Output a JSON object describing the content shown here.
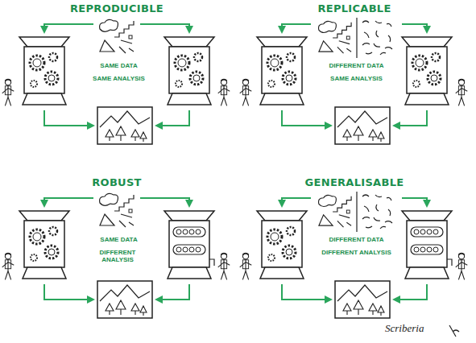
{
  "diagram": {
    "labels": [
      "REPRODUCIBLE",
      "SAME DATA",
      "SAME ANALYSIS",
      "REPLICABLE",
      "DIFFERENT DATA",
      "SAME ANALYSIS",
      "ROBUST",
      "SAME DATA",
      "DIFFERENT ANALYSIS",
      "GENERALISABLE",
      "DIFFERENT DATA",
      "DIFFERENT ANALYSIS",
      "Scriberia"
    ]
  }
}
